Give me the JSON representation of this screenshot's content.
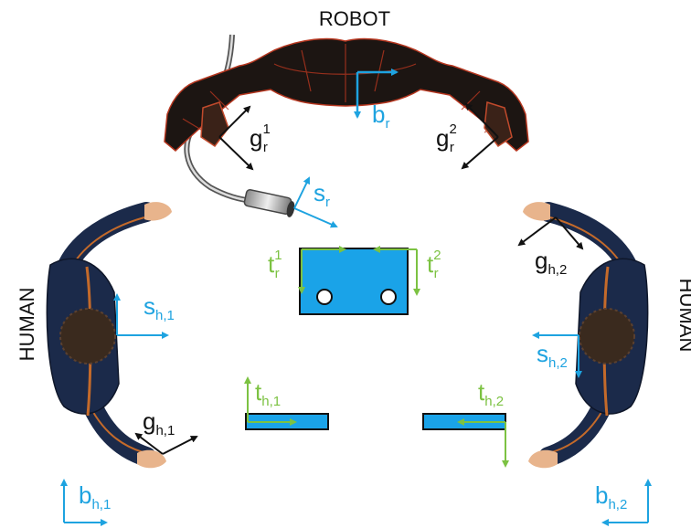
{
  "labels": {
    "robot": "ROBOT",
    "human_left": "HUMAN",
    "human_right": "HUMAN"
  },
  "frames": {
    "b_r": {
      "main": "b",
      "sub": "r"
    },
    "g1_r": {
      "main": "g",
      "sup": "1",
      "sub": "r"
    },
    "g2_r": {
      "main": "g",
      "sup": "2",
      "sub": "r"
    },
    "s_r": {
      "main": "s",
      "sub": "r"
    },
    "t1_r": {
      "main": "t",
      "sup": "1",
      "sub": "r"
    },
    "t2_r": {
      "main": "t",
      "sup": "2",
      "sub": "r"
    },
    "s_h1": {
      "main": "s",
      "sub": "h,1"
    },
    "s_h2": {
      "main": "s",
      "sub": "h,2"
    },
    "g_h1": {
      "main": "g",
      "sub": "h,1"
    },
    "g_h2": {
      "main": "g",
      "sub": "h,2"
    },
    "t_h1": {
      "main": "t",
      "sub": "h,1"
    },
    "t_h2": {
      "main": "t",
      "sub": "h,2"
    },
    "b_h1": {
      "main": "b",
      "sub": "h,1"
    },
    "b_h2": {
      "main": "b",
      "sub": "h,2"
    }
  },
  "colors": {
    "black_frame": "#111111",
    "blue_frame": "#1ea3e0",
    "green_frame": "#7cc242",
    "object_fill": "#1aa3e8",
    "robot_body": "#1c1512",
    "robot_edges": "#b5361f",
    "human_suit": "#1b2a4a",
    "human_stripe": "#c46a2a",
    "human_skin": "#e8b48c",
    "human_hair": "#3a2a1e"
  }
}
